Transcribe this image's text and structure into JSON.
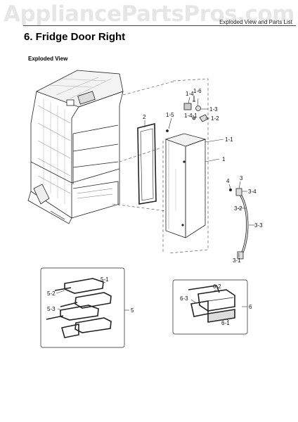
{
  "watermark": "AppliancePartsPros.com",
  "header_note": "Exploded View and Parts List",
  "title": "6.  Fridge Door Right",
  "subtitle": "Exploded View",
  "labels": {
    "l2": "2",
    "l1_4": "1-4",
    "l1_6": "1-6",
    "l1_5": "1-5",
    "l1_4_1": "1-4-1",
    "l1_3": "1-3",
    "l1_2": "1-2",
    "l1_1": "1-1",
    "l1": "1",
    "l3": "3",
    "l4": "4",
    "l3_4": "3-4",
    "l3_2": "3-2",
    "l3_3": "3-3",
    "l3_1": "3-1",
    "l5_1": "5-1",
    "l5_2": "5-2",
    "l5_3": "5-3",
    "l5": "5",
    "l6_2": "6-2",
    "l6_3": "6-3",
    "l6": "6",
    "l6_1": "6-1"
  }
}
